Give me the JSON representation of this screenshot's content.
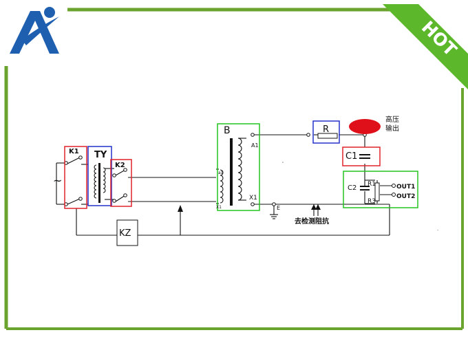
{
  "colors": {
    "frame_green": "#6aa32e",
    "logo_blue": "#1f5fb0",
    "hot_green": "#5cb82a",
    "box_red": "#e0222a",
    "box_blue": "#2230c8",
    "box_green": "#22c41e",
    "bulb_red": "#e0101a",
    "wire": "#111111"
  },
  "badge": {
    "text": "HOT"
  },
  "logo": {
    "icon": "brand-a-logo-icon"
  },
  "diagram": {
    "labels": {
      "k1": "K1",
      "ty": "TY",
      "k2": "K2",
      "kz": "KZ",
      "b": "B",
      "a1": "A1",
      "x1": "X1",
      "a1_small": "a1",
      "x1_small": "X1",
      "r": "R",
      "c1": "C1",
      "c2": "C2",
      "r1": "R1",
      "r3": "R3",
      "out1": "OUT1",
      "out2": "OUT2",
      "e": "E",
      "hv_line1": "高压",
      "hv_line2": "输出",
      "measure": "去检测阻抗",
      "ac_symbol": "~"
    }
  }
}
